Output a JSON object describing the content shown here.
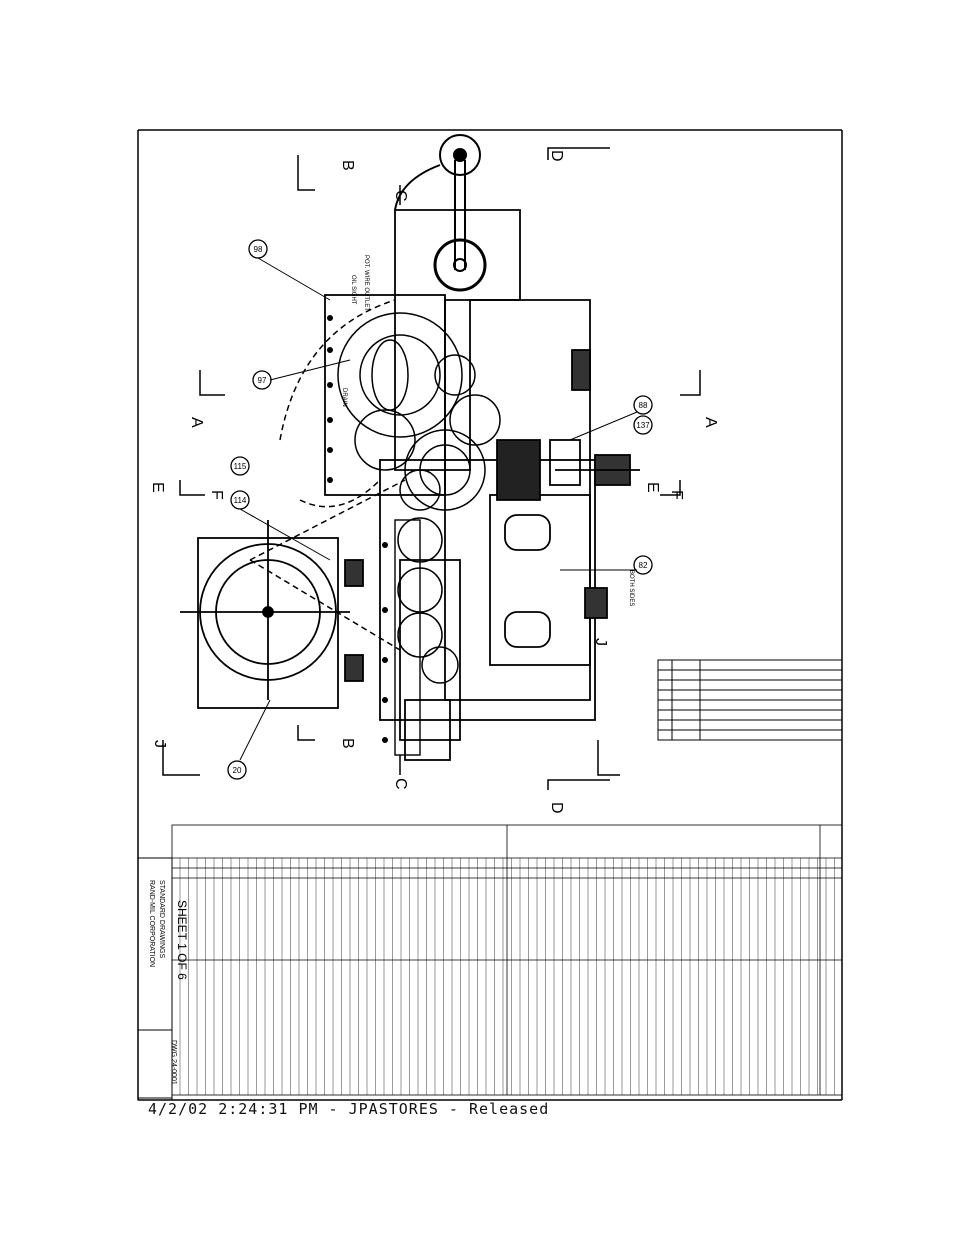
{
  "drawing": {
    "section_letters": {
      "b_top": "B",
      "b_bot": "B",
      "c_top": "C",
      "c_bot": "C",
      "d_top": "D",
      "d_bot": "D",
      "a_left": "A",
      "a_right": "A",
      "e_left": "E",
      "e_right": "E",
      "f_left": "F",
      "f_right": "F",
      "j_left": "J",
      "j_right": "J"
    },
    "balloons": {
      "b98": "98",
      "b97": "97",
      "b88": "88",
      "b82": "82",
      "b137": "137",
      "b115": "115",
      "b114": "114",
      "b20": "20"
    },
    "callouts": {
      "pot_wire_outlet": "POT. WIRE OUTLET",
      "oil_sight": "OIL SIGHT",
      "drain": "DRAIN",
      "both_sides": "BOTH SIDES"
    }
  },
  "title_block": {
    "company": "RAND-MIL CORPORATION",
    "title": "STANDARD DRAWINGS",
    "sheet": "SHEET 1 OF 6",
    "drawing_no": "DWG 24-0001"
  },
  "footer": {
    "stamp": "4/2/02  2:24:31 PM  -  JPASTORES - Released"
  }
}
